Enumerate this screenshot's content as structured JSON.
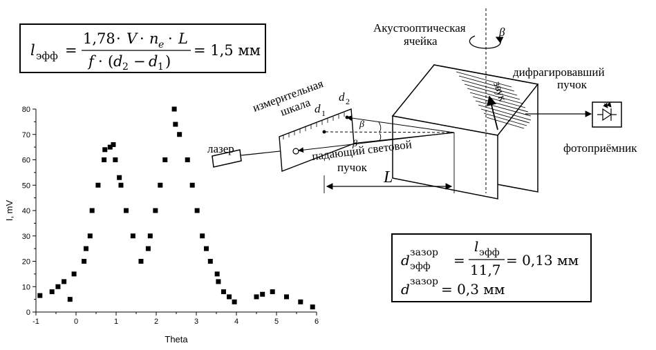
{
  "formula1": {
    "lhs_symbol": "l",
    "lhs_sub": "эфф",
    "num_coef": "1,78",
    "num_v": "V",
    "num_n": "n",
    "num_n_sub": "e",
    "num_l": "L",
    "den_f": "f",
    "den_d2": "d",
    "den_d2_sub": "2",
    "den_d1": "d",
    "den_d1_sub": "1",
    "result": "= 1,5 мм"
  },
  "formula2": {
    "lhs_symbol": "d",
    "lhs_sup": "зазор",
    "lhs_sub": "эфф",
    "num_l": "l",
    "num_l_sub": "эфф",
    "den": "11,7",
    "result": "= 0,13 мм",
    "line2_symbol": "d",
    "line2_sup": "зазор",
    "line2_result": "= 0,3 мм"
  },
  "diagram": {
    "cell_label_1": "Акустооптическая",
    "cell_label_2": "ячейка",
    "beta_rot": "β",
    "sound": "звук",
    "diffracted_1": "дифрагировавший",
    "diffracted_2": "пучок",
    "photoreceiver": "фотоприёмник",
    "scale_label_1": "измерительная",
    "scale_label_2": "шкала",
    "d1": "d",
    "d1_sub": "1",
    "d2": "d",
    "d2_sub": "2",
    "laser": "лазер",
    "incident_1": "падающий световой",
    "incident_2": "пучок",
    "beta_upper": "β",
    "beta_lower": "β",
    "L": "L"
  },
  "chart_data": {
    "type": "scatter",
    "xlabel": "Theta",
    "ylabel": "I, mV",
    "xlim": [
      -1,
      6
    ],
    "ylim": [
      0,
      80
    ],
    "xticks": [
      -1,
      0,
      1,
      2,
      3,
      4,
      5,
      6
    ],
    "yticks": [
      0,
      10,
      20,
      30,
      40,
      50,
      60,
      70,
      80
    ],
    "grid": false,
    "x": [
      -0.9,
      -0.6,
      -0.45,
      -0.3,
      -0.15,
      -0.05,
      0.2,
      0.25,
      0.35,
      0.4,
      0.55,
      0.7,
      0.72,
      0.85,
      0.93,
      0.98,
      1.08,
      1.12,
      1.25,
      1.42,
      1.62,
      1.8,
      1.85,
      1.98,
      2.1,
      2.22,
      2.45,
      2.48,
      2.58,
      2.78,
      2.9,
      3.02,
      3.15,
      3.25,
      3.35,
      3.52,
      3.55,
      3.68,
      3.82,
      3.95,
      4.5,
      4.65,
      4.9,
      5.25,
      5.6,
      5.9
    ],
    "y": [
      6.5,
      8,
      10,
      12,
      5,
      15,
      20,
      25,
      30,
      40,
      50,
      60,
      64,
      65,
      66,
      60,
      53,
      50,
      40,
      30,
      20,
      25,
      30,
      40,
      50,
      60,
      80,
      74,
      70,
      60,
      50,
      40,
      30,
      25,
      20,
      15,
      12,
      8,
      6,
      4,
      6,
      7,
      8,
      6,
      4,
      2
    ]
  }
}
